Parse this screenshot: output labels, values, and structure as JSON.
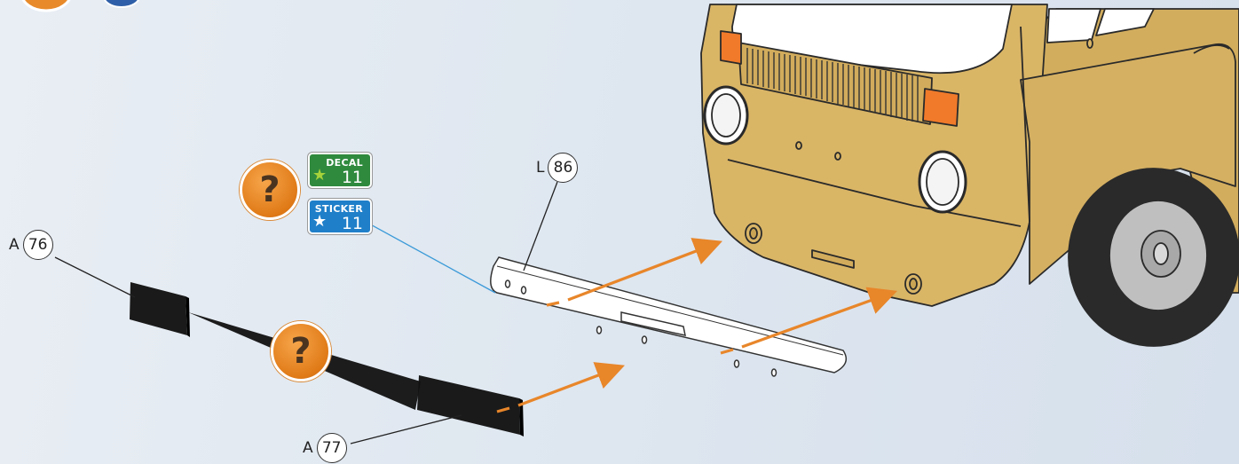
{
  "labels": {
    "a76": {
      "letter": "A",
      "number": "76"
    },
    "a77": {
      "letter": "A",
      "number": "77"
    },
    "l86": {
      "letter": "L",
      "number": "86"
    }
  },
  "decal": {
    "title": "DECAL",
    "number": "11",
    "color": "#2f8a3e"
  },
  "sticker": {
    "title": "STICKER",
    "number": "11",
    "color": "#1f7fc9"
  },
  "help_badge_text": "?",
  "colors": {
    "van_body": "#d9b566",
    "indicator": "#f07a2a",
    "arrow": "#e8862a",
    "background": "#dfe7f0"
  }
}
